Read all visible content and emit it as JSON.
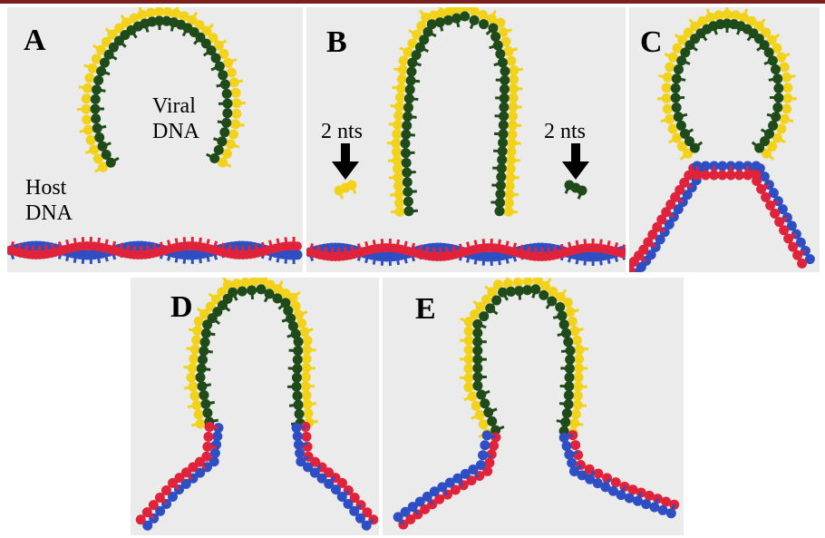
{
  "panels": [
    {
      "id": "A",
      "label": "A"
    },
    {
      "id": "B",
      "label": "B"
    },
    {
      "id": "C",
      "label": "C"
    },
    {
      "id": "D",
      "label": "D"
    },
    {
      "id": "E",
      "label": "E"
    }
  ],
  "annotations": {
    "viral_dna": "Viral\nDNA",
    "host_dna": "Host\nDNA",
    "nts_left": "2 nts",
    "nts_right": "2 nts"
  },
  "colors": {
    "viral_strand_1": "#f2d21a",
    "viral_strand_2": "#1f4a1a",
    "host_strand_1": "#2e4fc4",
    "host_strand_2": "#e0233a",
    "background": "#ebebeb",
    "topbar": "#7a1e1e"
  }
}
